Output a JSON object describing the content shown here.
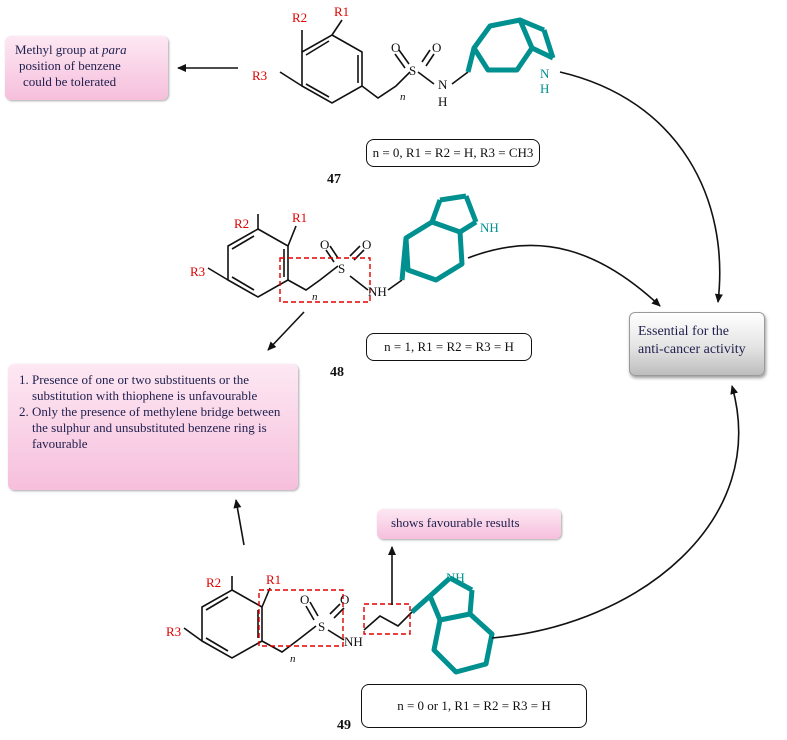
{
  "compounds": [
    {
      "id": "47",
      "condition": "n = 0, R1 = R2 = H, R3 = CH3"
    },
    {
      "id": "48",
      "condition": "n = 1, R1 = R2 = R3 = H"
    },
    {
      "id": "49",
      "condition": "n = 0 or 1, R1 = R2 = R3 = H"
    }
  ],
  "notes": {
    "para_methyl": {
      "line1": "Methyl group at ",
      "italic": "para",
      "line2": "position of benzene",
      "line3": "could be tolerated"
    },
    "sar_48": [
      "Presence of one or two substituents or the substitution with thiophene is unfavourable",
      "Only the presence of methylene bridge between  the sulphur and unsubstituted benzene  ring is favourable"
    ],
    "favourable": "shows favourable results",
    "essential": "Essential for the anti-cancer activity"
  },
  "atom_labels": {
    "r1": "R1",
    "r2": "R2",
    "r3": "R3",
    "o": "O",
    "s": "S",
    "nh": "NH",
    "n": "N",
    "h": "H",
    "n_subscript": "n"
  },
  "colors": {
    "substituent": "#e00000",
    "indole": "#009090",
    "highlight": "#e00000"
  }
}
